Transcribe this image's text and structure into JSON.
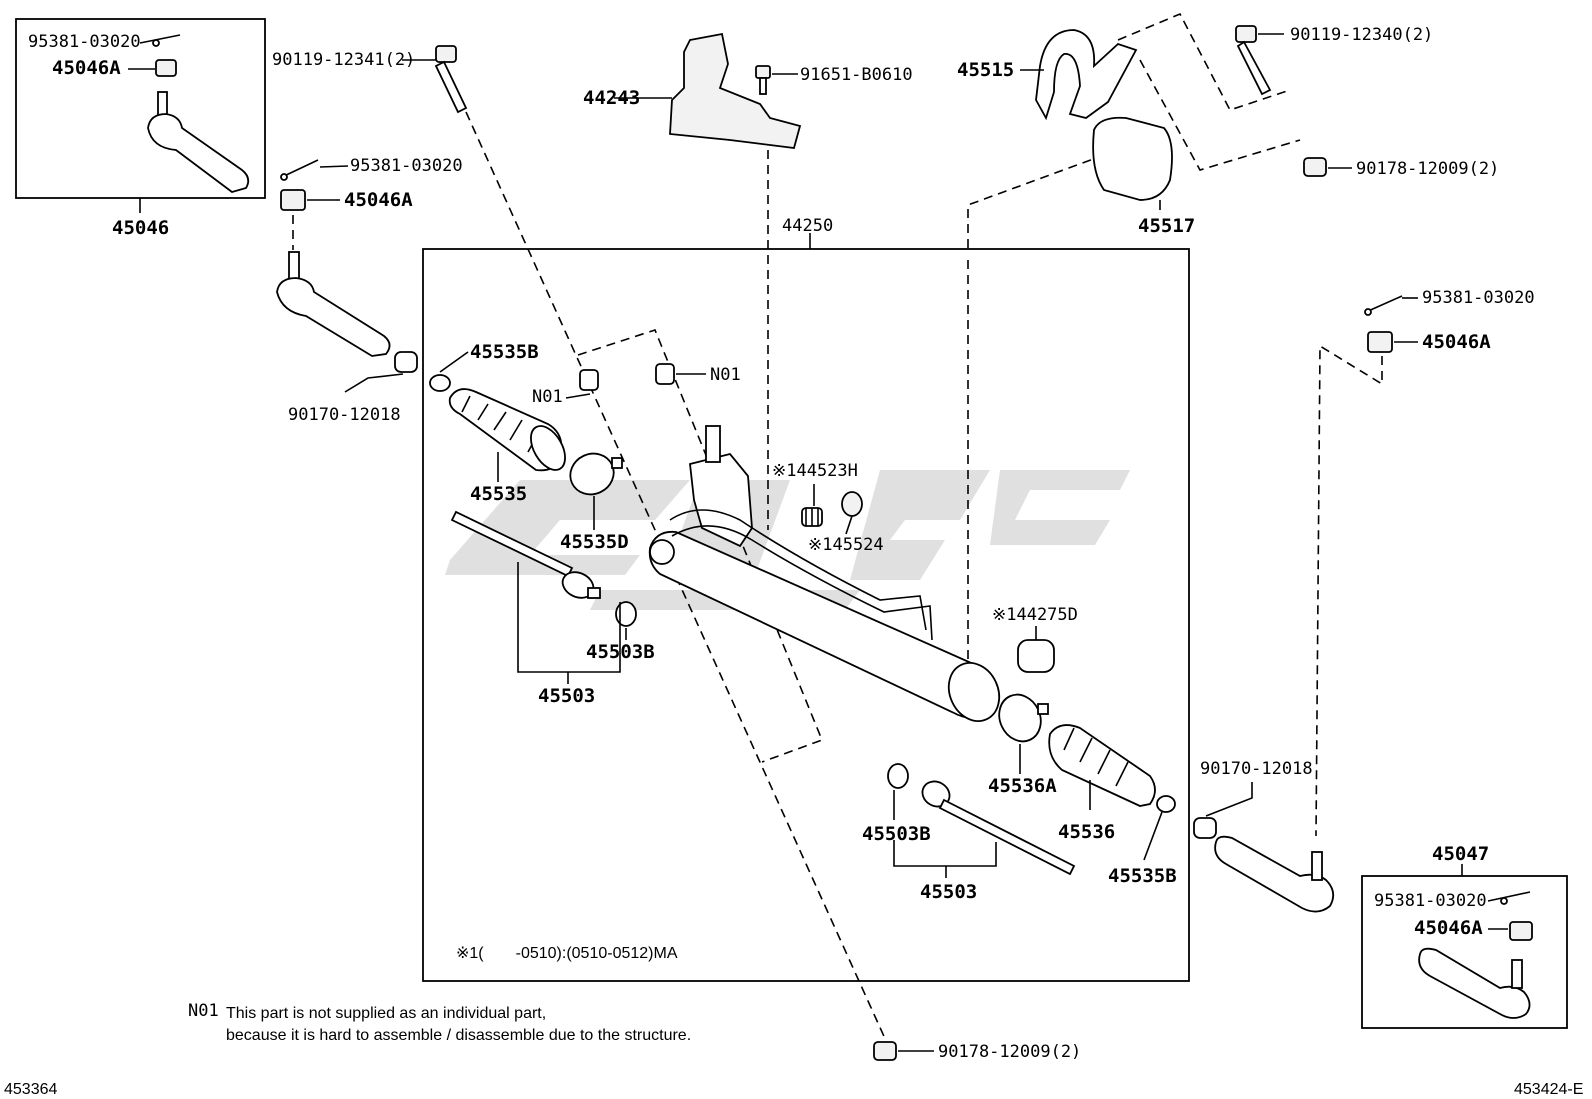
{
  "diagram": {
    "drawing_number_left": "453364",
    "drawing_number_right": "453424-E",
    "assembly_label": "44250",
    "remark": "※1(　　-0510):(0510-0512)MA",
    "note": {
      "code": "N01",
      "line1": "This part is not supplied as an individual part,",
      "line2": "because it is hard to assemble / disassemble due to the structure."
    },
    "labels": {
      "p95381_tl": "95381-03020",
      "p45046A_tl": "45046A",
      "p45046_box": "45046",
      "p90119_12341": "90119-12341(2)",
      "p95381_l": "95381-03020",
      "p45046A_l": "45046A",
      "p90170_l": "90170-12018",
      "p44243": "44243",
      "p91651": "91651-B0610",
      "p45515": "45515",
      "p90119_12340": "90119-12340(2)",
      "p90178_top": "90178-12009(2)",
      "p45517": "45517",
      "p45535B_l": "45535B",
      "p45535": "45535",
      "p45535D": "45535D",
      "pN01_a": "N01",
      "pN01_b": "N01",
      "p44523H": "※144523H",
      "p45524": "※145524",
      "p44275D": "※144275D",
      "p45503B_l": "45503B",
      "p45503_l": "45503",
      "p45503B_r": "45503B",
      "p45503_r": "45503",
      "p45536A": "45536A",
      "p45536": "45536",
      "p45535B_r": "45535B",
      "p90170_r": "90170-12018",
      "p95381_r": "95381-03020",
      "p45046A_r": "45046A",
      "p45047_box": "45047",
      "p95381_br": "95381-03020",
      "p45046A_br": "45046A",
      "p90178_bottom": "90178-12009(2)"
    }
  }
}
